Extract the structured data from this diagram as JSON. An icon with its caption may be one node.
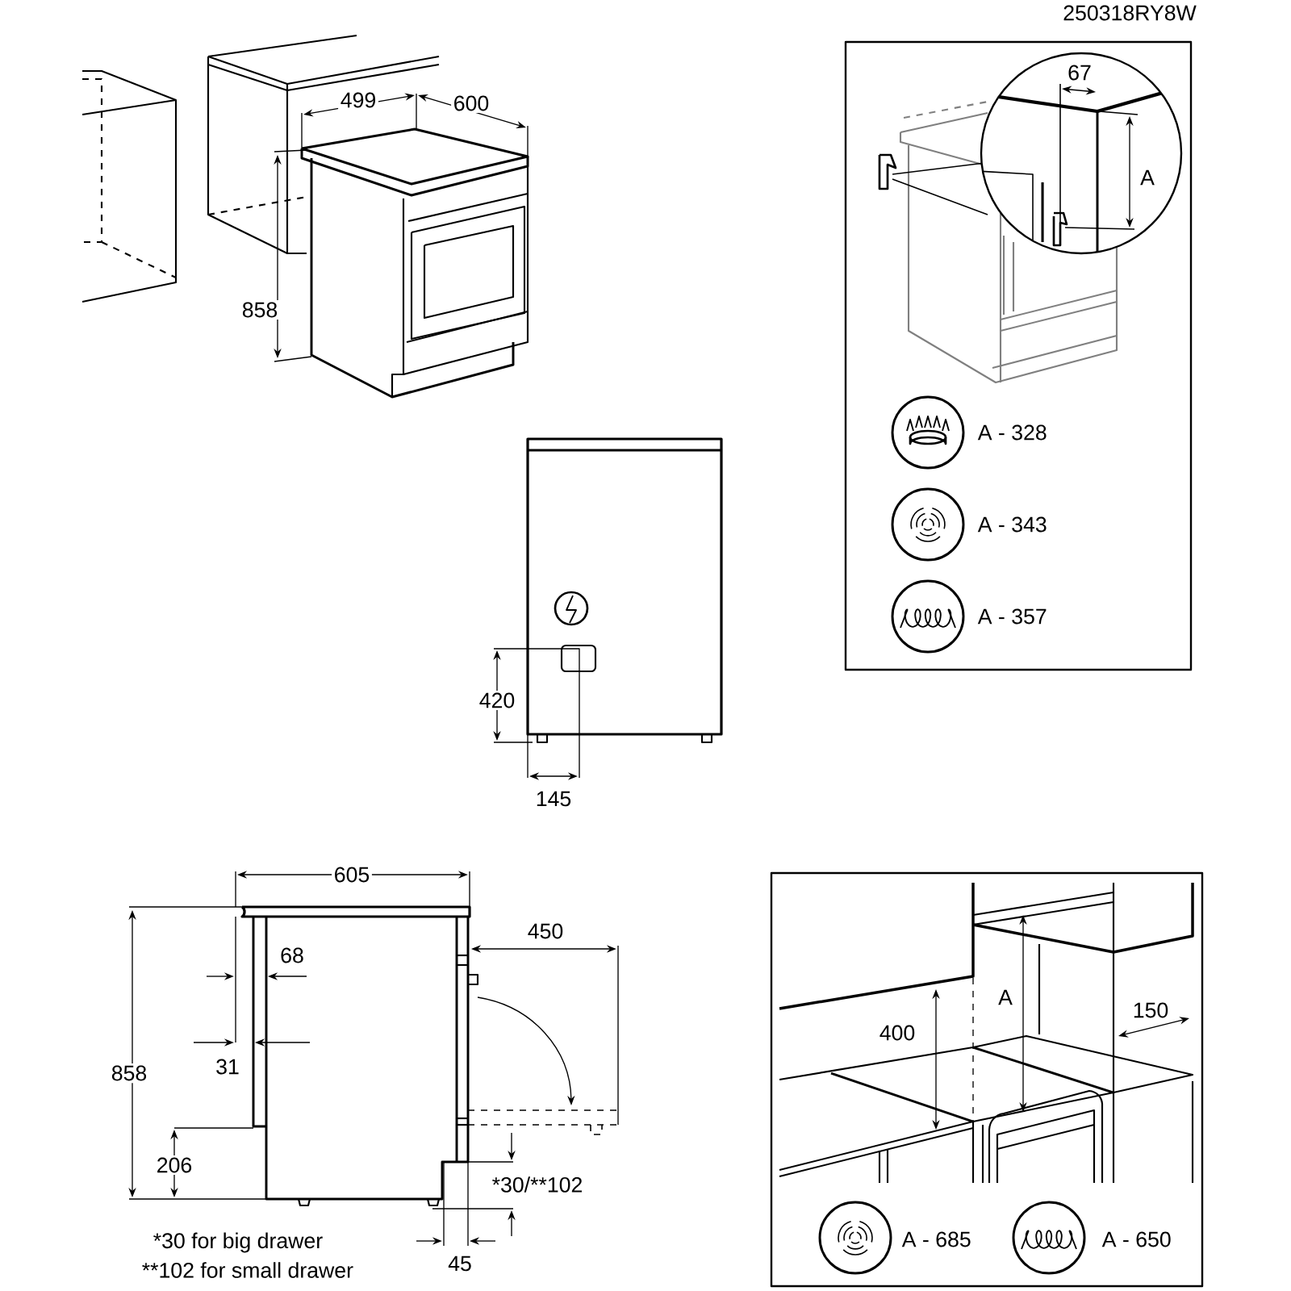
{
  "diagram": {
    "labels": [
      "250318RY8W",
      "499",
      "600",
      "858",
      "67",
      "A",
      "A - 328",
      "A - 343",
      "A - 357",
      "420",
      "145",
      "605",
      "450",
      "68",
      "31",
      "858",
      "206",
      "*30/**102",
      "*30 for big drawer",
      "**102 for small drawer",
      "45",
      "A",
      "400",
      "150",
      "A - 685",
      "A - 650"
    ]
  }
}
